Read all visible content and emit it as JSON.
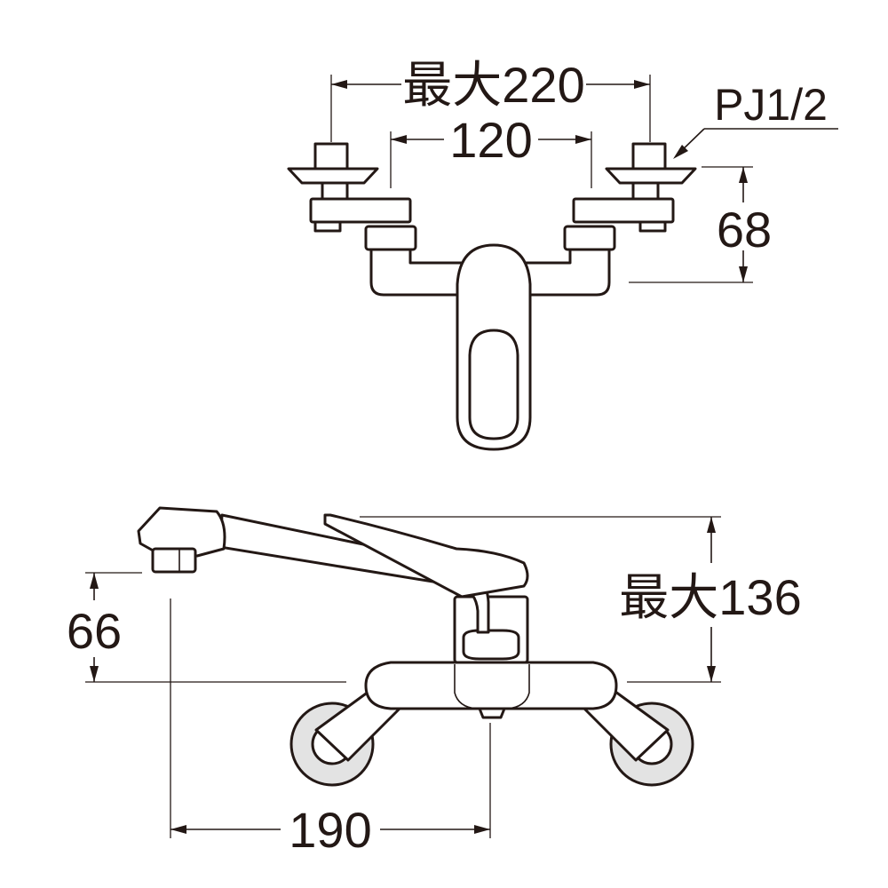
{
  "top_view": {
    "dim_max_width": "最大220",
    "dim_inner_width": "120",
    "dim_height": "68",
    "connection_label": "PJ1/2"
  },
  "side_view": {
    "dim_max_height": "最大136",
    "dim_spout_height": "66",
    "dim_spout_reach": "190"
  }
}
